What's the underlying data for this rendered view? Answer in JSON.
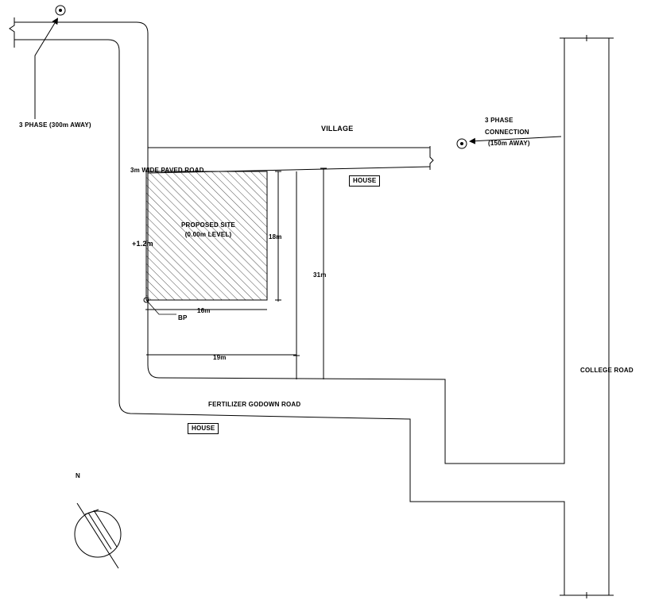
{
  "labels": {
    "phase_left": "3 PHASE (300m AWAY)",
    "village": "VILLAGE",
    "phase_right_line1": "3 PHASE",
    "phase_right_line2": "CONNECTION",
    "phase_right_line3": "(150m AWAY)",
    "paved_road": "3m WIDE PAVED ROAD",
    "house_top": "HOUSE",
    "house_bottom": "HOUSE",
    "site_line1": "PROPOSED SITE",
    "site_line2": "(0.00m LEVEL)",
    "level": "+1.2m",
    "dim_site_height": "18m",
    "dim_total_height": "31m",
    "dim_site_width": "16m",
    "dim_total_width": "19m",
    "bench_mark": "BP",
    "fertilizer_road": "FERTILIZER GODOWN ROAD",
    "college_road": "COLLEGE ROAD",
    "north": "N"
  },
  "colors": {
    "line": "#000000",
    "background": "#ffffff"
  }
}
